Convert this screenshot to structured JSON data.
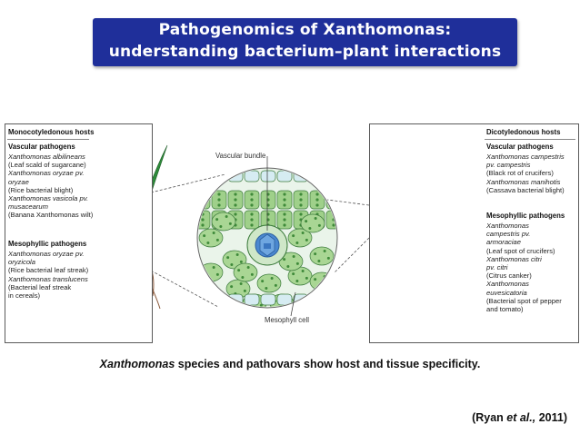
{
  "title": {
    "line1": "Pathogenomics of Xanthomonas:",
    "line2": "understanding bacterium–plant  interactions"
  },
  "left_panel": {
    "heading": "Monocotyledonous hosts",
    "section1_title": "Vascular pathogens",
    "section1_lines": [
      {
        "text": "Xanthomonas albilineans",
        "italic": true
      },
      {
        "text": "(Leaf scald of sugarcane)",
        "italic": false
      },
      {
        "text": "Xanthomonas oryzae pv.",
        "italic": true
      },
      {
        "text": "oryzae",
        "italic": true
      },
      {
        "text": "(Rice bacterial blight)",
        "italic": false
      },
      {
        "text": "Xanthomonas vasicola pv.",
        "italic": true
      },
      {
        "text": "musacearum",
        "italic": true
      },
      {
        "text": "(Banana Xanthomonas wilt)",
        "italic": false
      }
    ],
    "section2_title": "Mesophyllic pathogens",
    "section2_lines": [
      {
        "text": "Xanthomonas oryzae pv.",
        "italic": true
      },
      {
        "text": "oryzicola",
        "italic": true
      },
      {
        "text": "(Rice bacterial leaf streak)",
        "italic": false
      },
      {
        "text": "Xanthomonas translucens",
        "italic": true
      },
      {
        "text": "(Bacterial leaf streak",
        "italic": false
      },
      {
        "text": "in cereals)",
        "italic": false
      }
    ]
  },
  "right_panel": {
    "heading": "Dicotyledonous hosts",
    "section1_title": "Vascular pathogens",
    "section1_lines": [
      {
        "text": "Xanthomonas campestris",
        "italic": true
      },
      {
        "text": "pv. campestris",
        "italic": true
      },
      {
        "text": "(Black rot of crucifers)",
        "italic": false
      },
      {
        "text": "Xanthomonas manihotis",
        "italic": true
      },
      {
        "text": "(Cassava bacterial blight)",
        "italic": false
      }
    ],
    "section2_title": "Mesophyllic pathogens",
    "section2_lines": [
      {
        "text": "Xanthomonas",
        "italic": true
      },
      {
        "text": "campestris pv.",
        "italic": true
      },
      {
        "text": "armoraciae",
        "italic": true
      },
      {
        "text": "(Leaf spot of crucifers)",
        "italic": false
      },
      {
        "text": "Xanthomonas citri",
        "italic": true
      },
      {
        "text": "pv. citri",
        "italic": true
      },
      {
        "text": "(Citrus canker)",
        "italic": false
      },
      {
        "text": "Xanthomonas",
        "italic": true
      },
      {
        "text": "euvesicatoria",
        "italic": true
      },
      {
        "text": "(Bacterial spot of pepper",
        "italic": false
      },
      {
        "text": "and tomato)",
        "italic": false
      }
    ]
  },
  "figure_labels": {
    "vascular_bundle": "Vascular bundle",
    "mesophyll_cell": "Mesophyll cell"
  },
  "caption": {
    "species": "Xanthomonas",
    "rest": " species and pathovars show host and tissue specificity."
  },
  "citation": {
    "prefix": "(Ryan ",
    "etal": "et al.,",
    "suffix": " 2011)"
  },
  "colors": {
    "banner": "#1f2f9a",
    "leaf_green": "#2e8b3a",
    "cell_green": "#9fd08a",
    "vascular_blue": "#4a88d0",
    "root_brown": "#8b5a3c"
  }
}
